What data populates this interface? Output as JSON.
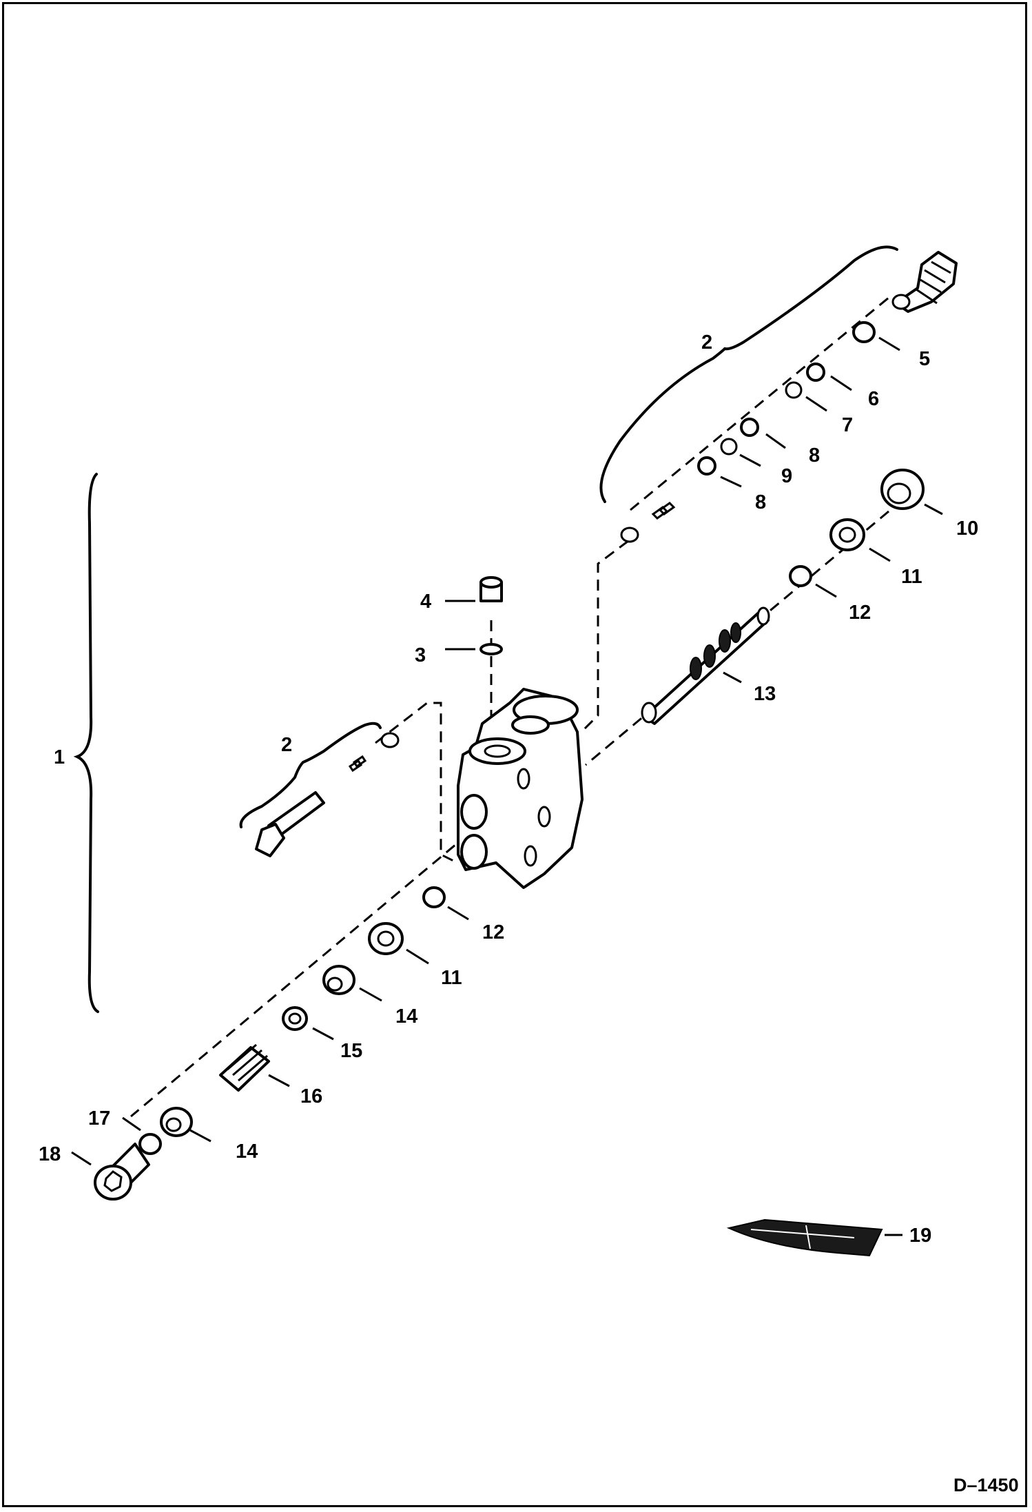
{
  "drawing_number": "D–1450",
  "callouts": [
    {
      "label": "1"
    },
    {
      "label": "2"
    },
    {
      "label": "2"
    },
    {
      "label": "3"
    },
    {
      "label": "4"
    },
    {
      "label": "5"
    },
    {
      "label": "6"
    },
    {
      "label": "7"
    },
    {
      "label": "8"
    },
    {
      "label": "8"
    },
    {
      "label": "9"
    },
    {
      "label": "10"
    },
    {
      "label": "11"
    },
    {
      "label": "11"
    },
    {
      "label": "12"
    },
    {
      "label": "12"
    },
    {
      "label": "13"
    },
    {
      "label": "14"
    },
    {
      "label": "14"
    },
    {
      "label": "15"
    },
    {
      "label": "16"
    },
    {
      "label": "17"
    },
    {
      "label": "18"
    },
    {
      "label": "19"
    }
  ]
}
